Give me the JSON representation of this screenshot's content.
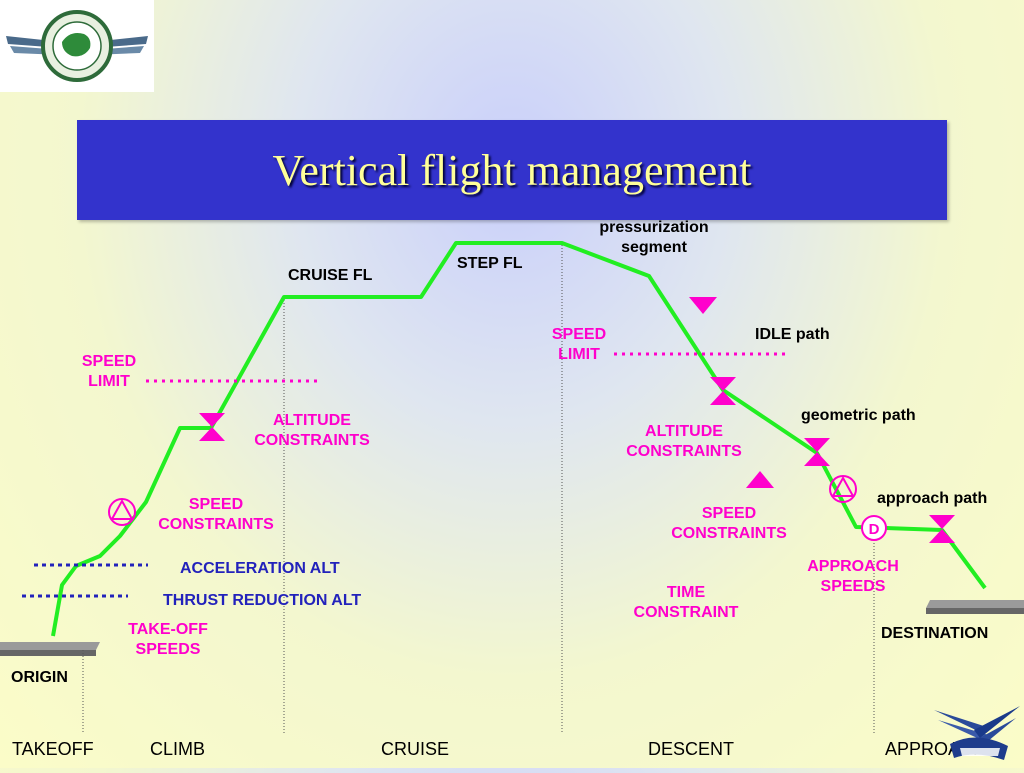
{
  "title": "Vertical flight management",
  "labels": {
    "pressurization": "pressurization segment",
    "step_fl": "STEP FL",
    "cruise_fl": "CRUISE FL",
    "idle_path": "IDLE path",
    "geometric_path": "geometric path",
    "approach_path": "approach path",
    "destination": "DESTINATION",
    "origin": "ORIGIN",
    "speed_limit_climb": "SPEED LIMIT",
    "speed_limit_descent": "SPEED LIMIT",
    "altitude_constraints_climb": "ALTITUDE CONSTRAINTS",
    "altitude_constraints_descent": "ALTITUDE CONSTRAINTS",
    "speed_constraints_climb": "SPEED CONSTRAINTS",
    "speed_constraints_descent": "SPEED CONSTRAINTS",
    "acceleration_alt": "ACCELERATION ALT",
    "thrust_reduction_alt": "THRUST REDUCTION ALT",
    "takeoff_speeds": "TAKE-OFF SPEEDS",
    "time_constraint": "TIME CONSTRAINT",
    "approach_speeds": "APPROACH SPEEDS",
    "decel_marker": "D"
  },
  "phases": [
    "TAKEOFF",
    "CLIMB",
    "CRUISE",
    "DESCENT",
    "APPROACH"
  ],
  "colors": {
    "path": "#22ee22",
    "constraint": "#ff00cc",
    "alt_dotted": "#2222bb",
    "title_bg": "#3333cc",
    "title_text": "#ffff99"
  }
}
